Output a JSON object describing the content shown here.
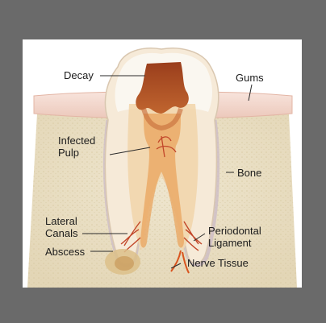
{
  "diagram": {
    "labels": {
      "decay": "Decay",
      "gums": "Gums",
      "infected_pulp": [
        "Infected",
        "Pulp"
      ],
      "bone": "Bone",
      "lateral_canals": [
        "Lateral",
        "Canals"
      ],
      "periodontal_ligament": [
        "Periodontal",
        "Ligament"
      ],
      "abscess": "Abscess",
      "nerve_tissue": "Nerve Tissue"
    },
    "colors": {
      "frame": "#6a6a6a",
      "panel": "#ffffff",
      "gum": "#f4d9cf",
      "bone": "#eadfc4",
      "enamel": "#f7f3ee",
      "dentin": "#f3d8b0",
      "decay": "#a84a24",
      "pulp": "#e8a35a",
      "leader": "#2a2a2a"
    }
  }
}
